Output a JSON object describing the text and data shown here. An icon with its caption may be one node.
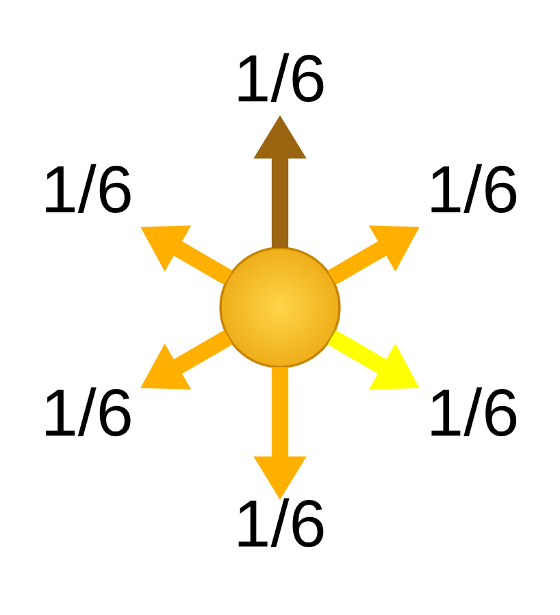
{
  "diagram": {
    "nodes": [
      {
        "text": [],
        "shape": "circle"
      },
      {
        "text": [
          "1/6"
        ]
      },
      {
        "text": [
          "1/6"
        ]
      },
      {
        "text": [
          "1/6"
        ]
      },
      {
        "text": [
          "1/6"
        ]
      },
      {
        "text": [
          "1/6"
        ]
      },
      {
        "text": [
          "1/6"
        ]
      }
    ],
    "edges": [
      {
        "from": 0,
        "to": 1,
        "arrow": "to"
      },
      {
        "from": 0,
        "to": 2,
        "arrow": "to",
        "color": "#9a6410"
      },
      {
        "from": 0,
        "to": 3,
        "arrow": "to"
      },
      {
        "from": 0,
        "to": 4,
        "arrow": "to"
      },
      {
        "from": 0,
        "to": 5,
        "arrow": "to"
      },
      {
        "from": 0,
        "to": 6,
        "arrow": "to",
        "color": "#ffff00"
      }
    ]
  }
}
